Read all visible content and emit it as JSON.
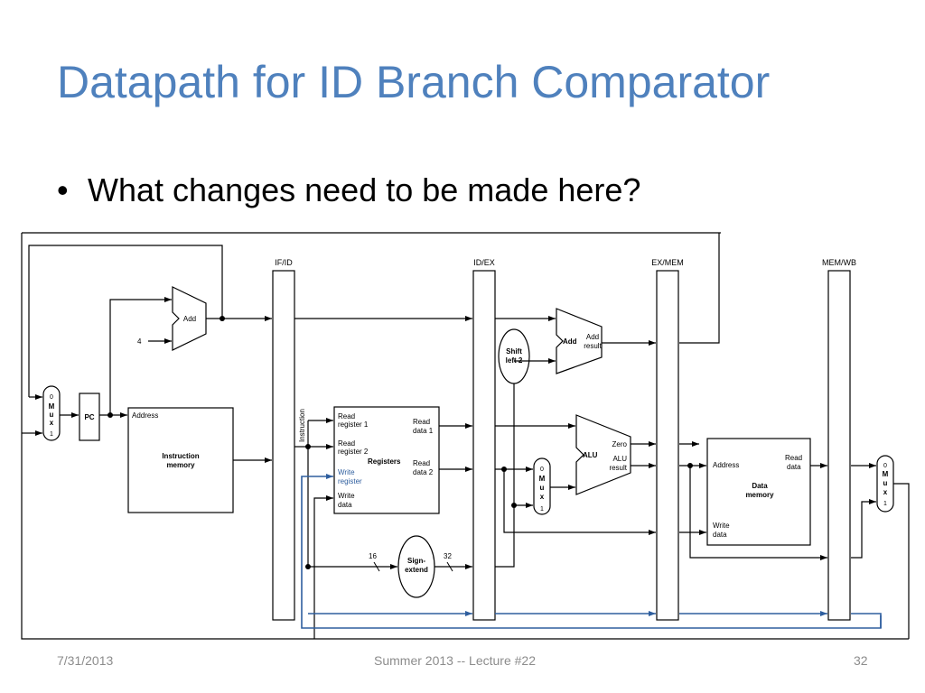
{
  "slide": {
    "title": "Datapath for ID Branch Comparator",
    "bullet": "What changes need to be made here?"
  },
  "diagram": {
    "pipeline_registers": [
      "IF/ID",
      "ID/EX",
      "EX/MEM",
      "MEM/WB"
    ],
    "pc": "PC",
    "add_pc": "Add",
    "const_four": "4",
    "instruction_memory": {
      "port": "Address",
      "title_line1": "Instruction",
      "title_line2": "memory"
    },
    "instruction_label": "Instruction",
    "registers": {
      "read_reg1_l1": "Read",
      "read_reg1_l2": "register 1",
      "read_reg2_l1": "Read",
      "read_reg2_l2": "register 2",
      "write_reg_l1": "Write",
      "write_reg_l2": "register",
      "write_data_l1": "Write",
      "write_data_l2": "data",
      "read_data1_l1": "Read",
      "read_data1_l2": "data 1",
      "read_data2_l1": "Read",
      "read_data2_l2": "data 2",
      "title": "Registers"
    },
    "sign_extend": {
      "line1": "Sign-",
      "line2": "extend",
      "in_bits": "16",
      "out_bits": "32"
    },
    "shift_left": {
      "line1": "Shift",
      "line2": "left 2"
    },
    "add_branch": {
      "name": "Add",
      "result_l1": "Add",
      "result_l2": "result"
    },
    "alu": {
      "name": "ALU",
      "zero": "Zero",
      "result_l1": "ALU",
      "result_l2": "result"
    },
    "data_memory": {
      "address": "Address",
      "read_l1": "Read",
      "read_l2": "data",
      "write_l1": "Write",
      "write_l2": "data",
      "title_l1": "Data",
      "title_l2": "memory"
    },
    "mux": {
      "top": "0",
      "letters": [
        "M",
        "u",
        "x"
      ],
      "bottom": "1"
    },
    "colors": {
      "wire": "#000000",
      "highlight_wire": "#2e5e9e",
      "title": "#4f81bd"
    }
  },
  "footer": {
    "date": "7/31/2013",
    "center": "Summer 2013 -- Lecture #22",
    "page": "32"
  }
}
